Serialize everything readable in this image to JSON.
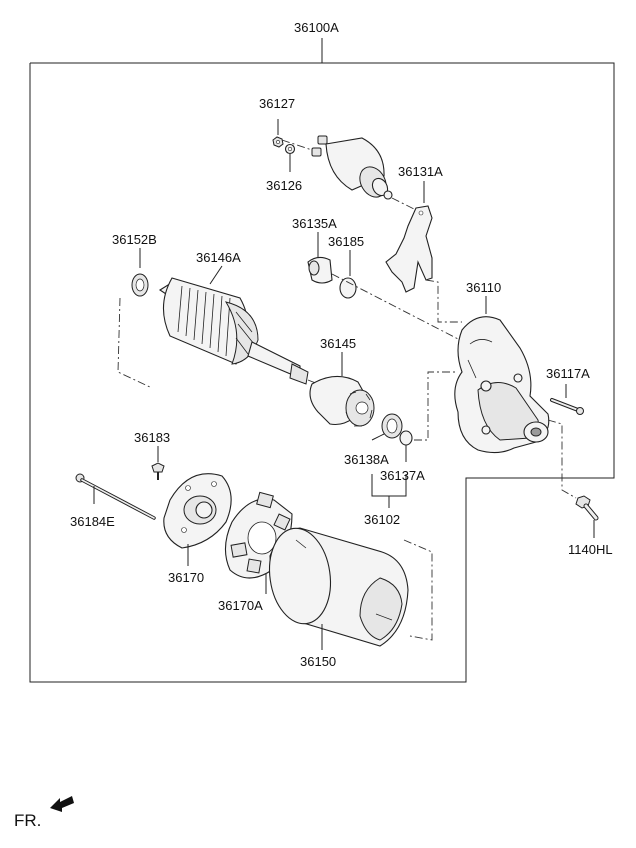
{
  "parts": [
    {
      "id": "assembly",
      "label": "36100A"
    },
    {
      "id": "nut-36127",
      "label": "36127"
    },
    {
      "id": "washer-36126",
      "label": "36126"
    },
    {
      "id": "lever",
      "label": "36131A"
    },
    {
      "id": "plunger-cap",
      "label": "36135A"
    },
    {
      "id": "seal",
      "label": "36185"
    },
    {
      "id": "bearing",
      "label": "36152B"
    },
    {
      "id": "armature",
      "label": "36146A"
    },
    {
      "id": "housing",
      "label": "36110"
    },
    {
      "id": "pinion",
      "label": "36145"
    },
    {
      "id": "bolt-36117",
      "label": "36117A"
    },
    {
      "id": "screw",
      "label": "36183"
    },
    {
      "id": "stop-ring",
      "label": "36138A"
    },
    {
      "id": "snap-ring",
      "label": "36137A"
    },
    {
      "id": "through-bolt",
      "label": "36184E"
    },
    {
      "id": "kit",
      "label": "36102"
    },
    {
      "id": "end-frame",
      "label": "36170"
    },
    {
      "id": "brush-holder",
      "label": "36170A"
    },
    {
      "id": "yoke",
      "label": "36150"
    },
    {
      "id": "bolt-1140",
      "label": "1140HL"
    }
  ],
  "fr_label": "FR."
}
